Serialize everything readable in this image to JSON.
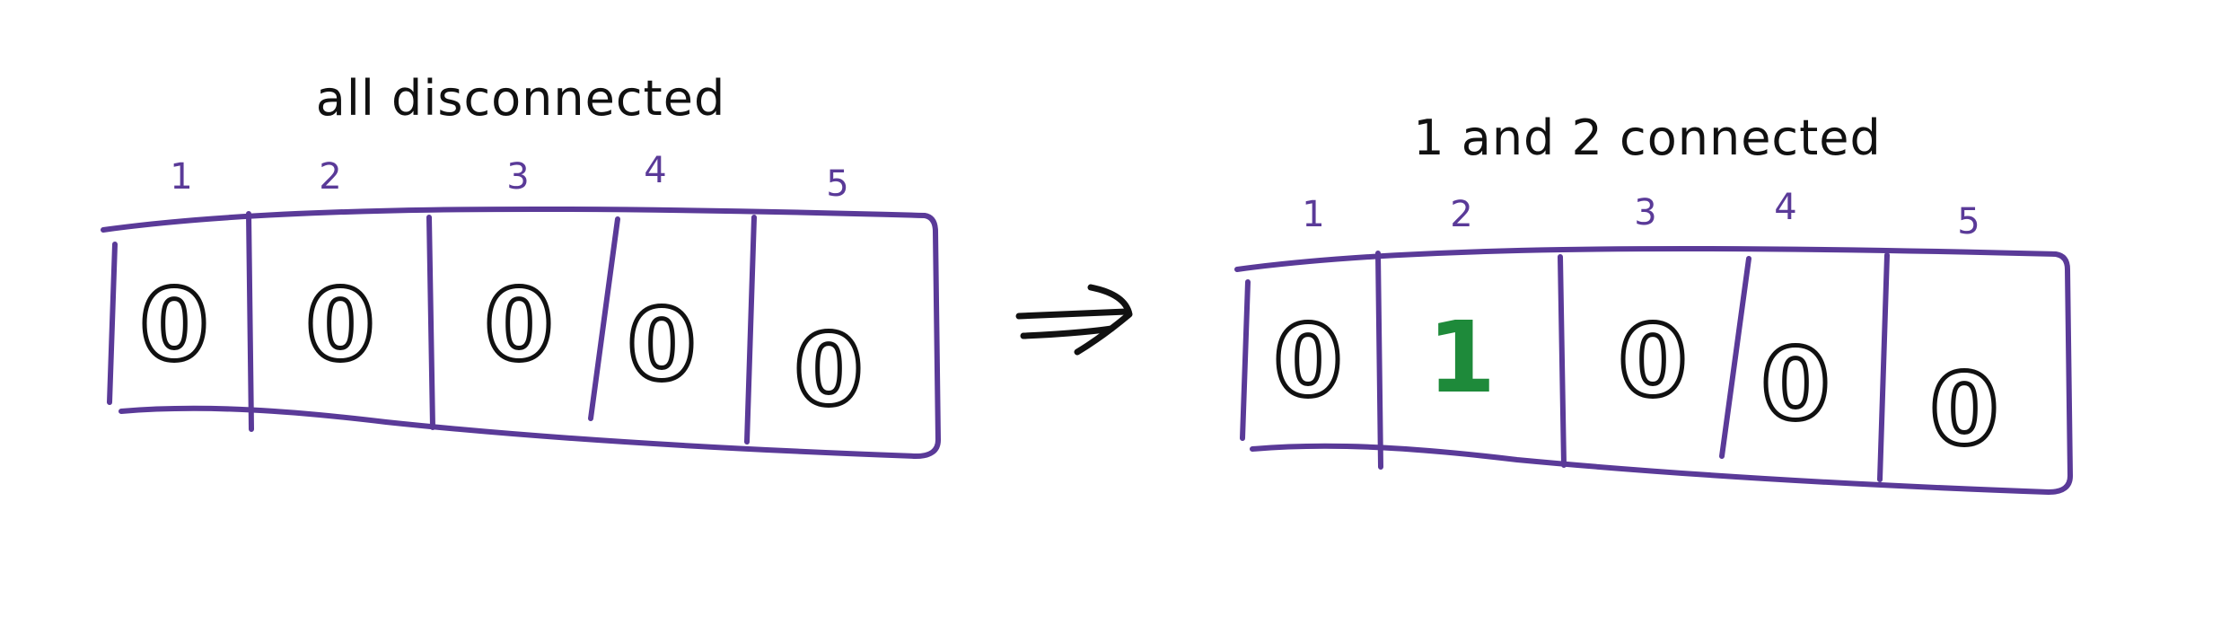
{
  "colors": {
    "outline": "#5a3a98",
    "ink": "#111111",
    "highlight": "#1e8a3a",
    "background": "#ffffff"
  },
  "left_array": {
    "title": "all disconnected",
    "indices": [
      "1",
      "2",
      "3",
      "4",
      "5"
    ],
    "values": [
      "0",
      "0",
      "0",
      "0",
      "0"
    ],
    "highlighted": []
  },
  "arrow": {
    "icon": "double-arrow-right-icon"
  },
  "right_array": {
    "title": "1 and 2 connected",
    "indices": [
      "1",
      "2",
      "3",
      "4",
      "5"
    ],
    "values": [
      "0",
      "1",
      "0",
      "0",
      "0"
    ],
    "highlighted": [
      1
    ]
  }
}
